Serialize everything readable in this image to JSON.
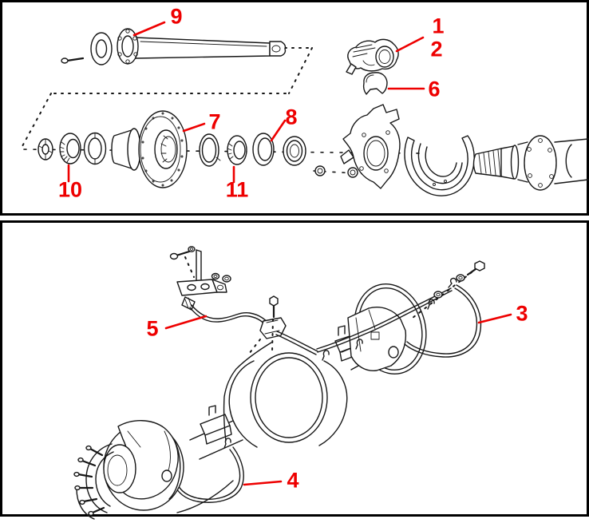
{
  "figure": {
    "kind": "exploded-parts-diagram",
    "panel_count": 2
  },
  "colors": {
    "callout_red": "#ee0000",
    "line_ink": "#161616",
    "background": "#ffffff"
  },
  "panels": [
    {
      "name": "top-exploded-components-view",
      "callouts": [
        {
          "label": "9"
        },
        {
          "label": "1"
        },
        {
          "label": "2"
        },
        {
          "label": "6"
        },
        {
          "label": "7"
        },
        {
          "label": "8"
        },
        {
          "label": "10"
        },
        {
          "label": "11"
        }
      ]
    },
    {
      "name": "bottom-axle-assembly-view",
      "callouts": [
        {
          "label": "5"
        },
        {
          "label": "3"
        },
        {
          "label": "4"
        }
      ]
    }
  ]
}
